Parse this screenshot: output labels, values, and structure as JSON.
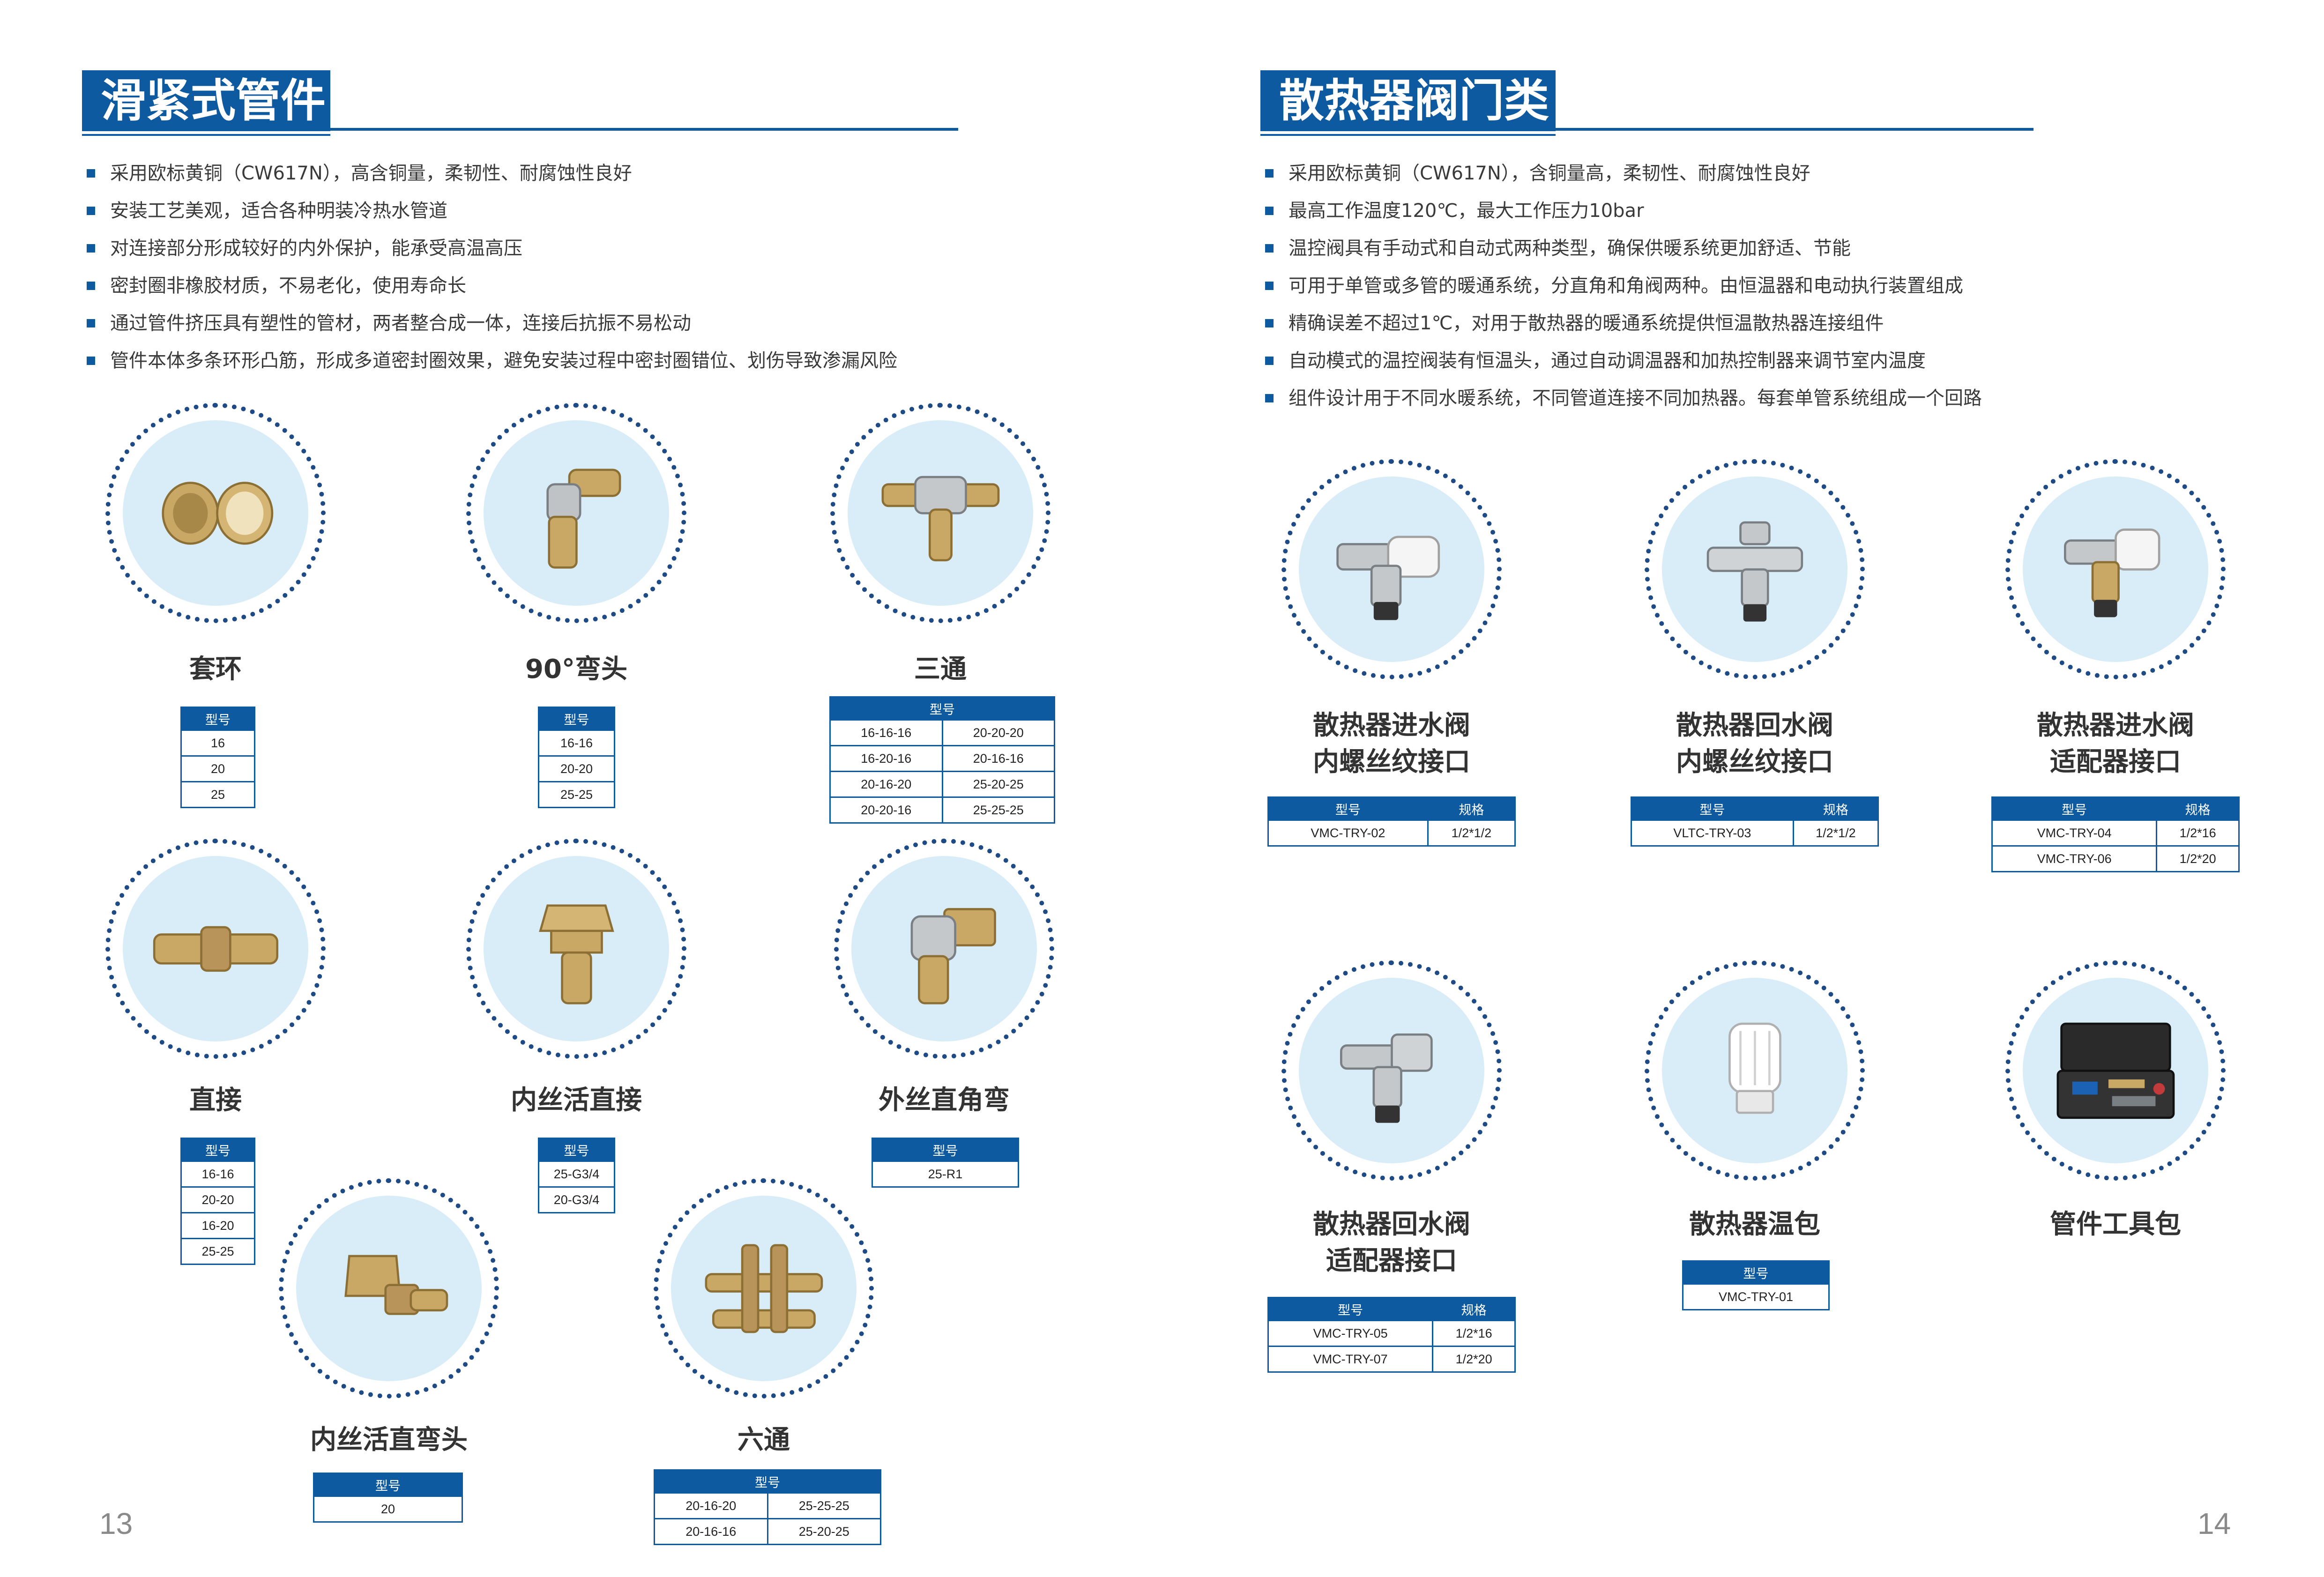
{
  "left": {
    "title": "滑紧式管件",
    "bullets": [
      "采用欧标黄铜（CW617N），高含铜量，柔韧性、耐腐蚀性良好",
      "安装工艺美观，适合各种明装冷热水管道",
      "对连接部分形成较好的内外保护，能承受高温高压",
      "密封圈非橡胶材质，不易老化，使用寿命长",
      "通过管件挤压具有塑性的管材，两者整合成一体，连接后抗振不易松动",
      "管件本体多条环形凸筋，形成多道密封圈效果，避免安装过程中密封圈错位、划伤导致渗漏风险"
    ],
    "products": [
      {
        "name": "套环",
        "header": "型号",
        "rows": [
          "16",
          "20",
          "25"
        ]
      },
      {
        "name": "90°弯头",
        "header": "型号",
        "rows": [
          "16-16",
          "20-20",
          "25-25"
        ]
      },
      {
        "name": "三通",
        "header": "型号",
        "rows": [
          [
            "16-16-16",
            "20-20-20"
          ],
          [
            "16-20-16",
            "20-16-16"
          ],
          [
            "20-16-20",
            "25-20-25"
          ],
          [
            "20-20-16",
            "25-25-25"
          ]
        ]
      },
      {
        "name": "直接",
        "header": "型号",
        "rows": [
          "16-16",
          "20-20",
          "16-20",
          "25-25"
        ]
      },
      {
        "name": "内丝活直接",
        "header": "型号",
        "rows": [
          "25-G3/4",
          "20-G3/4"
        ]
      },
      {
        "name": "外丝直角弯",
        "header": "型号",
        "rows": [
          "25-R1"
        ]
      },
      {
        "name": "内丝活直弯头",
        "header": "型号",
        "rows": [
          "20"
        ]
      },
      {
        "name": "六通",
        "header": "型号",
        "rows": [
          [
            "20-16-20",
            "25-25-25"
          ],
          [
            "20-16-16",
            "25-20-25"
          ]
        ]
      }
    ],
    "page_number": "13"
  },
  "right": {
    "title": "散热器阀门类",
    "bullets": [
      "采用欧标黄铜（CW617N），含铜量高，柔韧性、耐腐蚀性良好",
      "最高工作温度120℃，最大工作压力10bar",
      "温控阀具有手动式和自动式两种类型，确保供暖系统更加舒适、节能",
      "可用于单管或多管的暖通系统，分直角和角阀两种。由恒温器和电动执行装置组成",
      "精确误差不超过1℃，对用于散热器的暖通系统提供恒温散热器连接组件",
      "自动模式的温控阀装有恒温头，通过自动调温器和加热控制器来调节室内温度",
      "组件设计用于不同水暖系统，不同管道连接不同加热器。每套单管系统组成一个回路"
    ],
    "products": [
      {
        "name_line1": "散热器进水阀",
        "name_line2": "内螺丝纹接口",
        "headers": [
          "型号",
          "规格"
        ],
        "rows": [
          [
            "VMC-TRY-02",
            "1/2*1/2"
          ]
        ]
      },
      {
        "name_line1": "散热器回水阀",
        "name_line2": "内螺丝纹接口",
        "headers": [
          "型号",
          "规格"
        ],
        "rows": [
          [
            "VLTC-TRY-03",
            "1/2*1/2"
          ]
        ]
      },
      {
        "name_line1": "散热器进水阀",
        "name_line2": "适配器接口",
        "headers": [
          "型号",
          "规格"
        ],
        "rows": [
          [
            "VMC-TRY-04",
            "1/2*16"
          ],
          [
            "VMC-TRY-06",
            "1/2*20"
          ]
        ]
      },
      {
        "name_line1": "散热器回水阀",
        "name_line2": "适配器接口",
        "headers": [
          "型号",
          "规格"
        ],
        "rows": [
          [
            "VMC-TRY-05",
            "1/2*16"
          ],
          [
            "VMC-TRY-07",
            "1/2*20"
          ]
        ]
      },
      {
        "name_line1": "散热器温包",
        "header": "型号",
        "rows": [
          "VMC-TRY-01"
        ]
      },
      {
        "name_line1": "管件工具包"
      }
    ],
    "page_number": "14"
  },
  "colors": {
    "brand_blue": "#0d5aa0",
    "circle_fill": "#d8edf7",
    "circle_border": "#1e4a86",
    "brass": "#c9a865"
  },
  "icons": {
    "bullet": "square-bullet-icon"
  }
}
